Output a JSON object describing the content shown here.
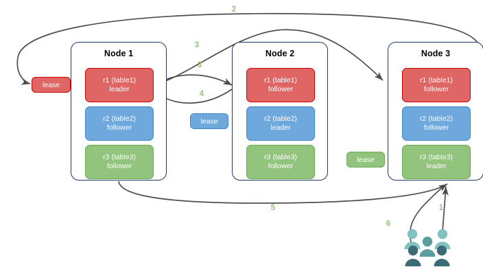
{
  "diagram": {
    "type": "distributed-database-lease-diagram",
    "background": "#ffffff",
    "palette": {
      "red_fill": "#e06666",
      "red_border": "#cc0000",
      "blue_fill": "#6fa8dc",
      "blue_border": "#3d85c6",
      "green_fill": "#93c47d",
      "green_border": "#6aa84f",
      "node_border": "#1f3864",
      "edge_color": "#4d4d4d",
      "label_color": "#93c47d",
      "users_light": "#84c2c2",
      "users_mid": "#5c9e9e",
      "users_dark": "#3d6b75",
      "users_darkest": "#2e5561"
    }
  },
  "nodes": [
    {
      "id": "node1",
      "title": "Node 1",
      "replicas": [
        {
          "id": "n1r1",
          "line1": "r1 (table1)",
          "line2": "leader",
          "color": "red"
        },
        {
          "id": "n1r2",
          "line1": "r2 (table2)",
          "line2": "follower",
          "color": "blue"
        },
        {
          "id": "n1r3",
          "line1": "r3 (table3)",
          "line2": "follower",
          "color": "green"
        }
      ]
    },
    {
      "id": "node2",
      "title": "Node 2",
      "replicas": [
        {
          "id": "n2r1",
          "line1": "r1 (table1)",
          "line2": "follower",
          "color": "red"
        },
        {
          "id": "n2r2",
          "line1": "r2 (table2)",
          "line2": "leader",
          "color": "blue"
        },
        {
          "id": "n2r3",
          "line1": "r3 (table3)",
          "line2": "follower",
          "color": "green"
        }
      ]
    },
    {
      "id": "node3",
      "title": "Node 3",
      "replicas": [
        {
          "id": "n3r1",
          "line1": "r1 (table1)",
          "line2": "follower",
          "color": "red"
        },
        {
          "id": "n3r2",
          "line1": "r2 (table2)",
          "line2": "follower",
          "color": "blue"
        },
        {
          "id": "n3r3",
          "line1": "r3 (table3)",
          "line2": "leader",
          "color": "green"
        }
      ]
    }
  ],
  "leases": [
    {
      "id": "lease-table1",
      "label": "lease",
      "color": "red"
    },
    {
      "id": "lease-table2",
      "label": "lease",
      "color": "blue"
    },
    {
      "id": "lease-table3",
      "label": "lease",
      "color": "green"
    }
  ],
  "edges": [
    {
      "id": "edge-2",
      "label": "2",
      "from": "node3",
      "to": "lease-table1"
    },
    {
      "id": "edge-3a",
      "label": "3",
      "from": "node1-r1",
      "to": "node3-r1"
    },
    {
      "id": "edge-3b",
      "label": "3",
      "from": "node1-r1",
      "to": "node2-r1"
    },
    {
      "id": "edge-4",
      "label": "4",
      "from": "node2-r1",
      "to": "node1-r1"
    },
    {
      "id": "edge-5",
      "label": "5",
      "from": "node1",
      "to": "node3"
    },
    {
      "id": "edge-1",
      "label": "1",
      "from": "users",
      "to": "node3"
    },
    {
      "id": "edge-6",
      "label": "6",
      "from": "node3",
      "to": "users"
    }
  ],
  "users": {
    "id": "users-group",
    "name": "users-icon",
    "figure_count": 5
  }
}
